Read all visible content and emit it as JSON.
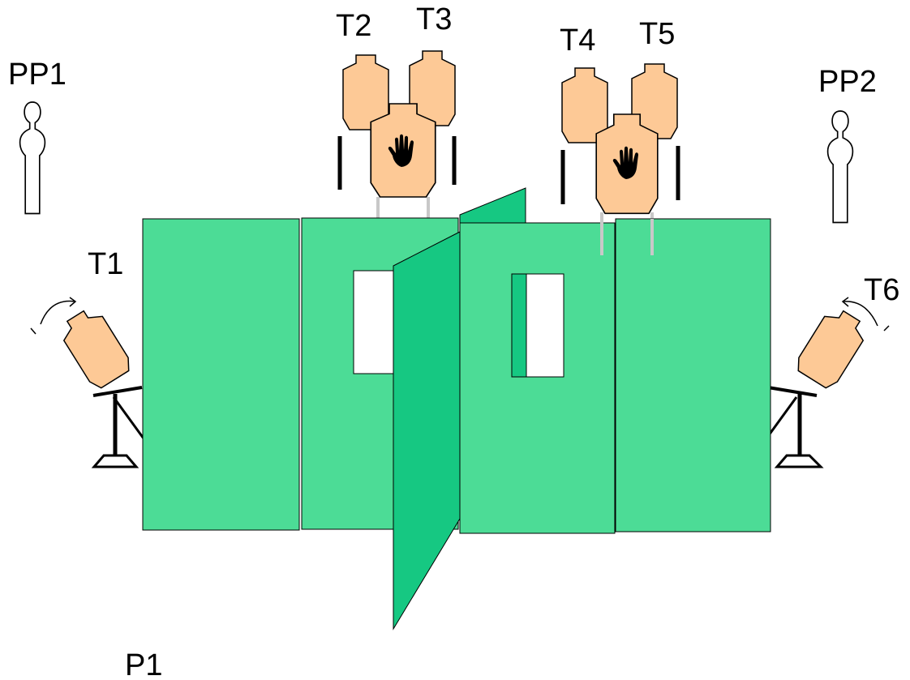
{
  "labels": {
    "pp1": "PP1",
    "pp2": "PP2",
    "t1": "T1",
    "t2": "T2",
    "t3": "T3",
    "t4": "T4",
    "t5": "T5",
    "t6": "T6",
    "p1": "P1"
  },
  "colors": {
    "wall": "#4cdc96",
    "door": "#16c882",
    "target": "#fdc996",
    "outline": "#000000",
    "post": "#c8c8c8",
    "background": "#ffffff"
  },
  "icons": {
    "no_shoot": "hand-icon",
    "rotation": "curved-arrow-icon",
    "person": "person-silhouette-icon"
  }
}
